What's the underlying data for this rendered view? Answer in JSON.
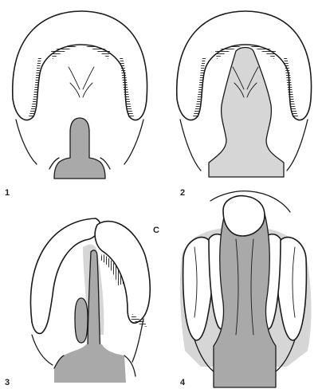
{
  "figure": {
    "panels": [
      {
        "label": "1"
      },
      {
        "label": "2"
      },
      {
        "label": "3"
      },
      {
        "label": "4"
      }
    ],
    "annotation": "C"
  }
}
